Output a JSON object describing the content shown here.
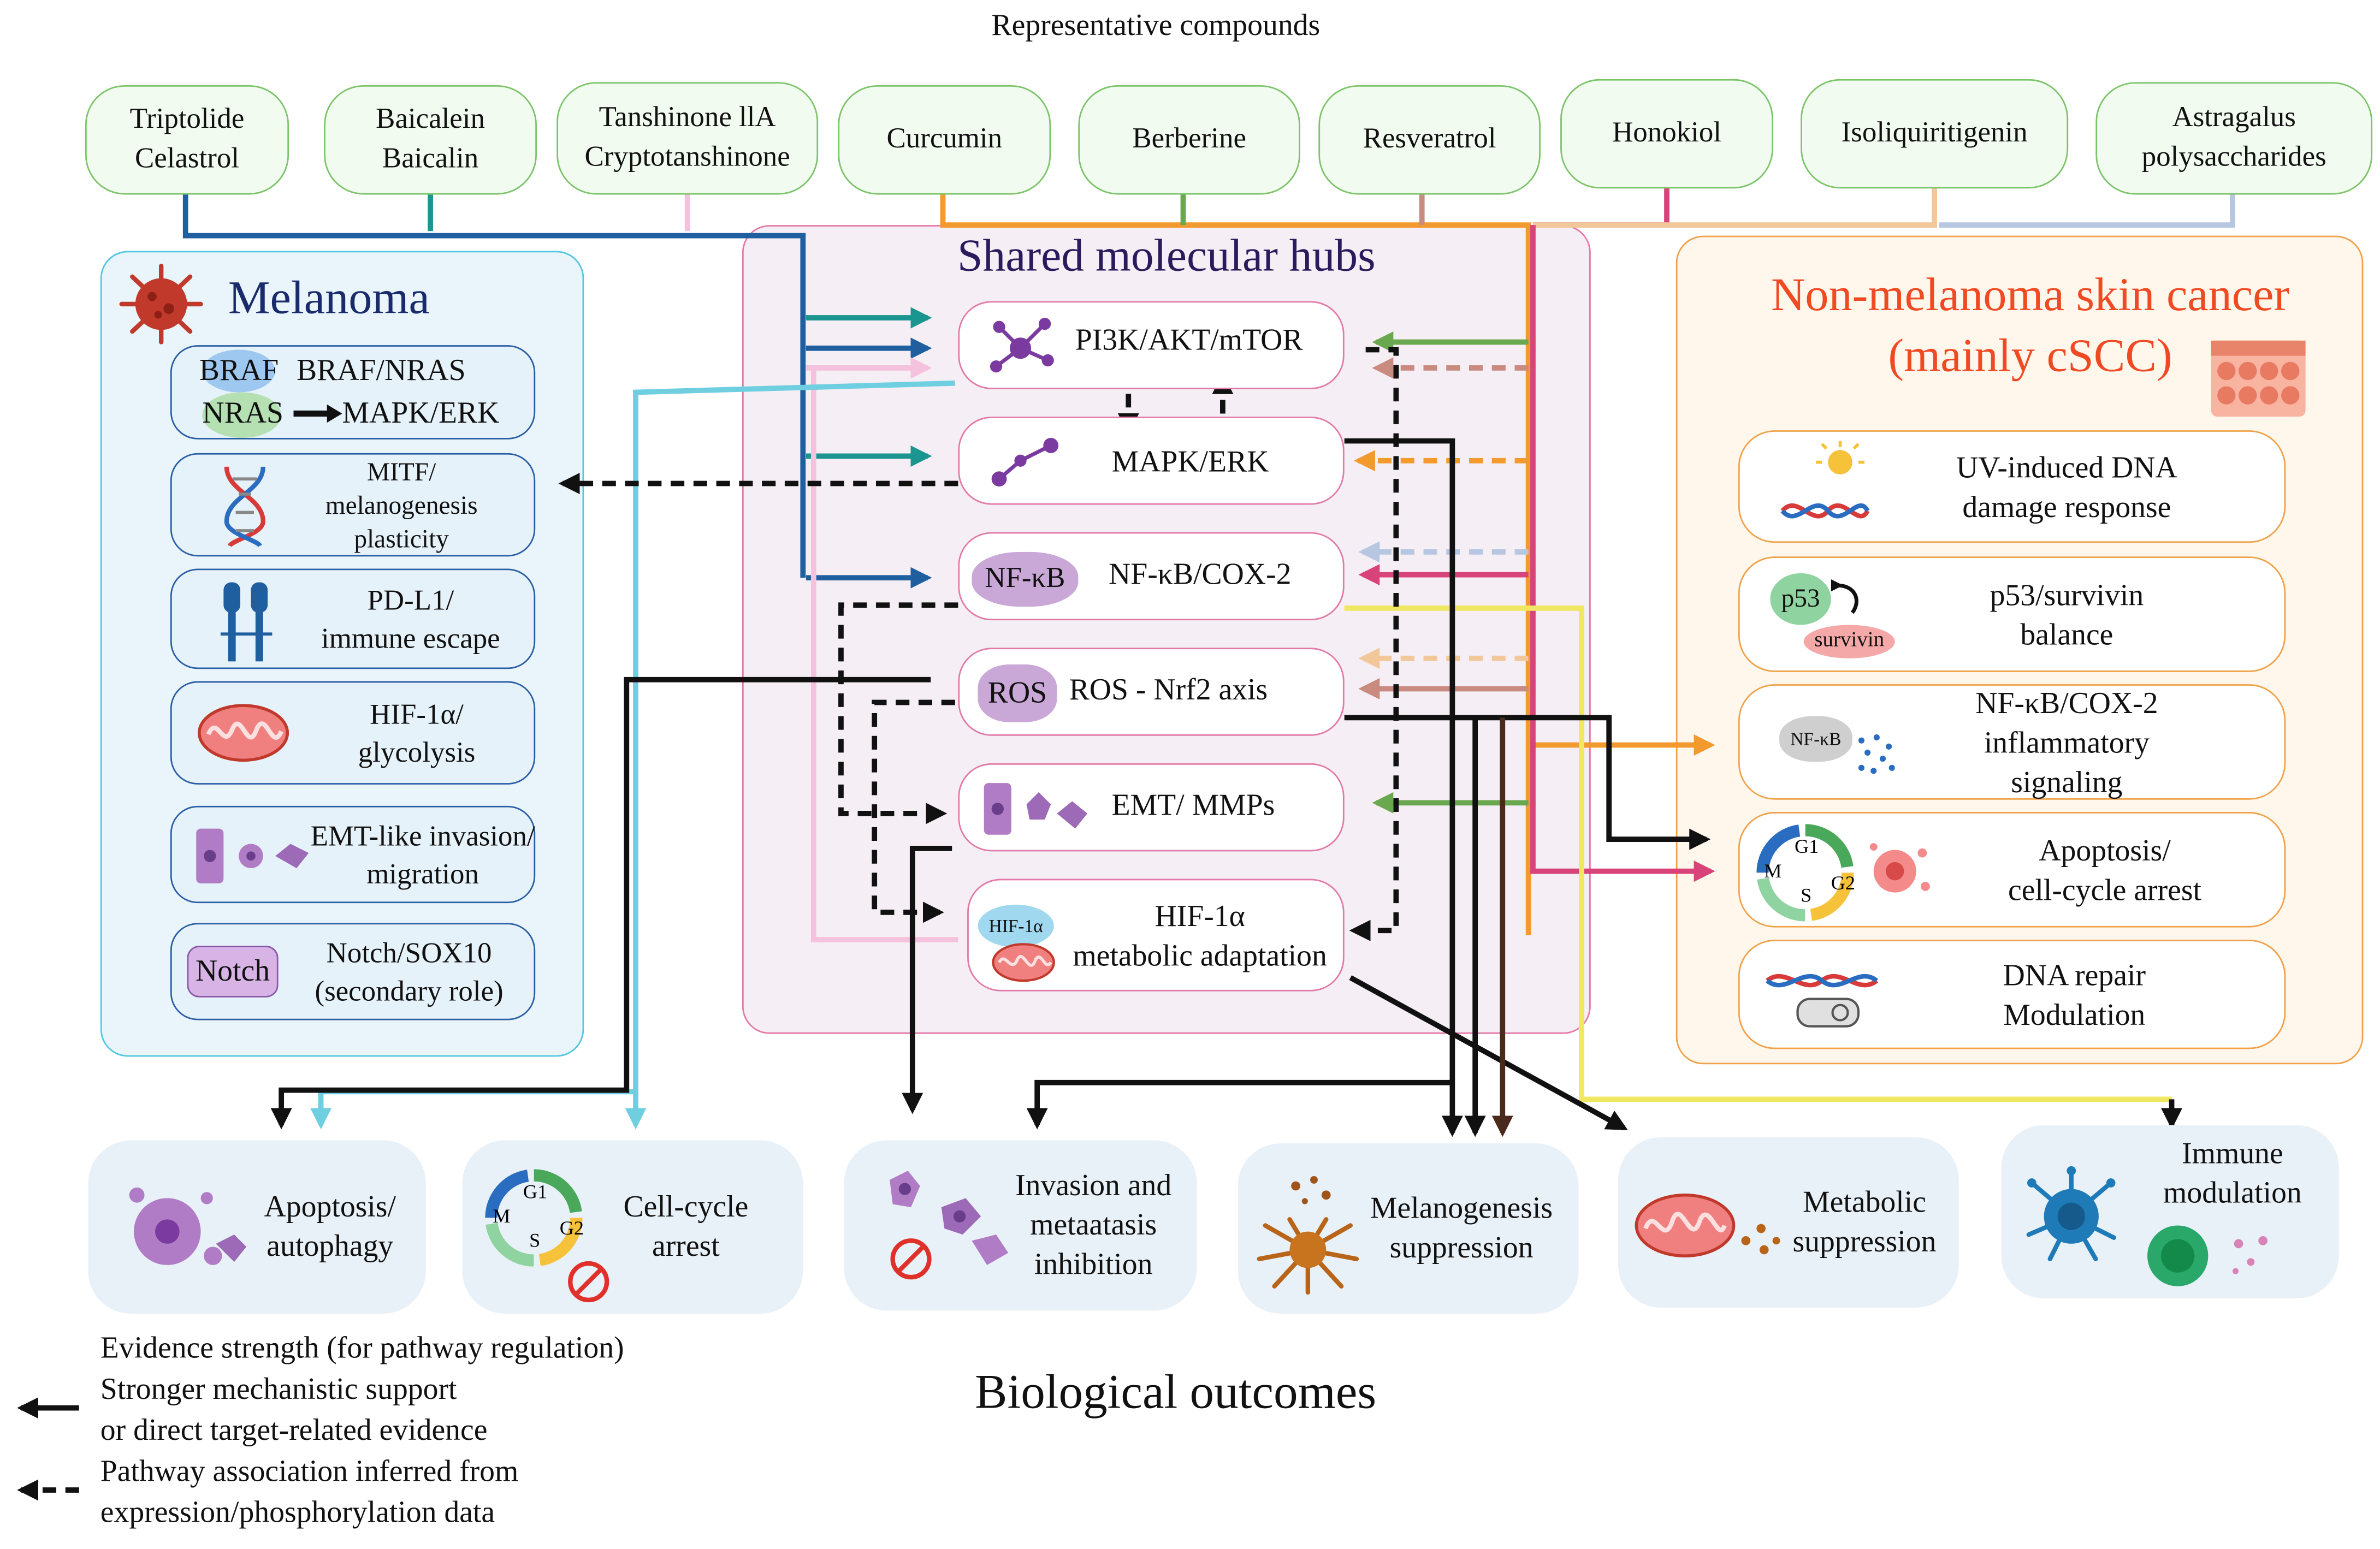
{
  "header": {
    "title": "Representative compounds"
  },
  "compounds": [
    {
      "line1": "Triptolide",
      "line2": "Celastrol",
      "color": "#1f5fa0"
    },
    {
      "line1": "Baicalein",
      "line2": "Baicalin",
      "color": "#1b9590"
    },
    {
      "line1": "Tanshinone llA",
      "line2": "Cryptotanshinone",
      "color": "#f4c2dc"
    },
    {
      "line1": "Curcumin",
      "line2": "",
      "color": "#f39a2f"
    },
    {
      "line1": "Berberine",
      "line2": "",
      "color": "#6aa84f"
    },
    {
      "line1": "Resveratrol",
      "line2": "",
      "color": "#c98a80"
    },
    {
      "line1": "Honokiol",
      "line2": "",
      "color": "#d8447a"
    },
    {
      "line1": "Isoliquiritigenin",
      "line2": "",
      "color": "#f2c89a"
    },
    {
      "line1": "Astragalus",
      "line2": "polysaccharides",
      "color": "#b7c7e2"
    }
  ],
  "melanoma": {
    "title": "Melanoma",
    "items": [
      {
        "lines": [
          "BRAF/NRAS",
          "MAPK/ERK"
        ],
        "icon_labels": [
          "BRAF",
          "NRAS"
        ]
      },
      {
        "lines": [
          "MITF/",
          "melanogenesis",
          "plasticity"
        ]
      },
      {
        "lines": [
          "PD-L1/",
          "immune escape"
        ]
      },
      {
        "lines": [
          "HIF-1α/",
          "glycolysis"
        ]
      },
      {
        "lines": [
          "EMT-like invasion/",
          "migration"
        ]
      },
      {
        "lines": [
          "Notch/SOX10",
          "(secondary role)"
        ],
        "icon_label": "Notch"
      }
    ]
  },
  "hubs": {
    "title": "Shared molecular hubs",
    "items": [
      {
        "lines": [
          "PI3K/AKT/mTOR"
        ]
      },
      {
        "lines": [
          "MAPK/ERK"
        ]
      },
      {
        "lines": [
          "NF-κB/COX-2"
        ],
        "icon_label": "NF-κB"
      },
      {
        "lines": [
          "ROS - Nrf2 axis"
        ],
        "icon_label": "ROS"
      },
      {
        "lines": [
          "EMT/ MMPs"
        ]
      },
      {
        "lines": [
          "HIF-1α",
          "metabolic adaptation"
        ],
        "icon_label": "HIF-1α"
      }
    ]
  },
  "nmsc": {
    "title_line1": "Non-melanoma skin cancer",
    "title_line2": "(mainly cSCC)",
    "items": [
      {
        "lines": [
          "UV-induced DNA",
          "damage response"
        ]
      },
      {
        "lines": [
          "p53/survivin",
          "balance"
        ],
        "icon_labels": [
          "p53",
          "survivin"
        ]
      },
      {
        "lines": [
          "NF-κB/COX-2",
          "inflammatory",
          "signaling"
        ],
        "icon_label": "NF-κB"
      },
      {
        "lines": [
          "Apoptosis/",
          "cell-cycle arrest"
        ],
        "icon_labels": [
          "G1",
          "M",
          "S",
          "G2"
        ]
      },
      {
        "lines": [
          "DNA repair",
          "Modulation"
        ]
      }
    ]
  },
  "outcomes": {
    "title": "Biological outcomes",
    "items": [
      {
        "lines": [
          "Apoptosis/",
          "autophagy"
        ]
      },
      {
        "lines": [
          "Cell-cycle",
          "arrest"
        ],
        "icon_labels": [
          "G1",
          "M",
          "S",
          "G2"
        ]
      },
      {
        "lines": [
          "Invasion and",
          "metaatasis",
          "inhibition"
        ]
      },
      {
        "lines": [
          "Melanogenesis",
          "suppression"
        ]
      },
      {
        "lines": [
          "Metabolic",
          "suppression"
        ]
      },
      {
        "lines": [
          "Immune",
          "modulation"
        ]
      }
    ]
  },
  "legend": {
    "title": "Evidence strength (for pathway regulation)",
    "solid_lines": [
      "Stronger mechanistic support",
      "or direct target-related evidence"
    ],
    "dashed_lines": [
      "Pathway association inferred from",
      "expression/phosphorylation data"
    ]
  },
  "colors": {
    "melanoma_title": "#1a2b6b",
    "hubs_title": "#2b1a5c",
    "nmsc_title": "#f04a23",
    "melanoma_border": "#52c7e0",
    "hubs_border": "#e27aa8",
    "nmsc_border": "#f0a24a",
    "cyan_line": "#6fcfe0",
    "yellow_line": "#efe860"
  }
}
